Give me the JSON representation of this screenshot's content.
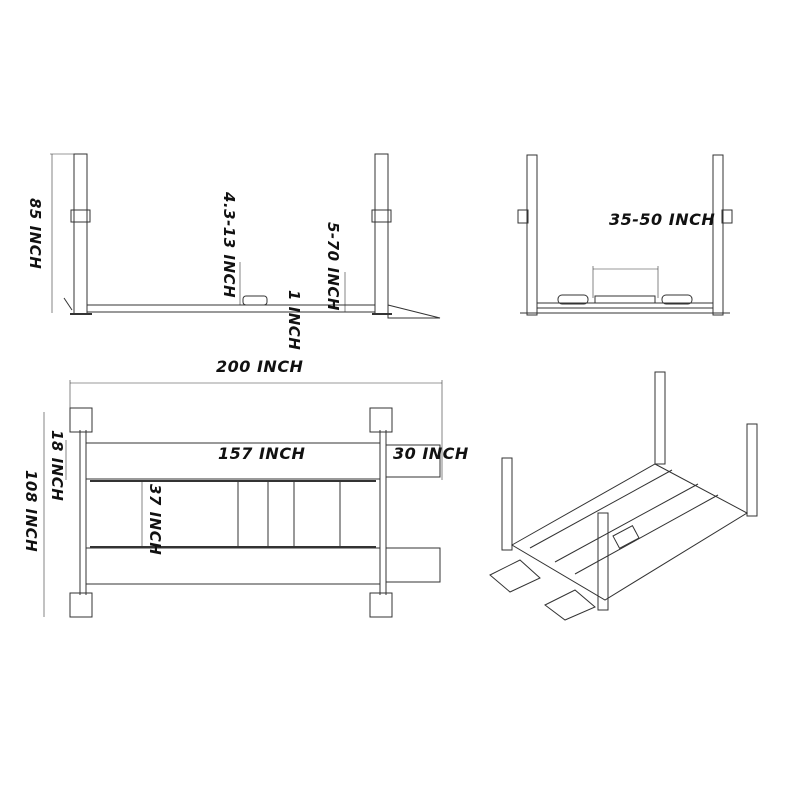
{
  "views": {
    "side": {
      "label_height": "85 INCH",
      "label_pad_height": "4.3-13 INCH",
      "label_rise": "5-70 INCH",
      "label_thickness": "1 INCH"
    },
    "front": {
      "label_width": "35-50 INCH"
    },
    "top": {
      "label_overall_length": "200 INCH",
      "label_runway_length": "157 INCH",
      "label_ramp": "30 INCH",
      "label_runway_width": "18 INCH",
      "label_overall_width": "108 INCH",
      "label_inner_gap": "37 INCH"
    },
    "iso": {}
  },
  "colors": {
    "line": "#333333",
    "text": "#111111",
    "background": "#ffffff"
  }
}
